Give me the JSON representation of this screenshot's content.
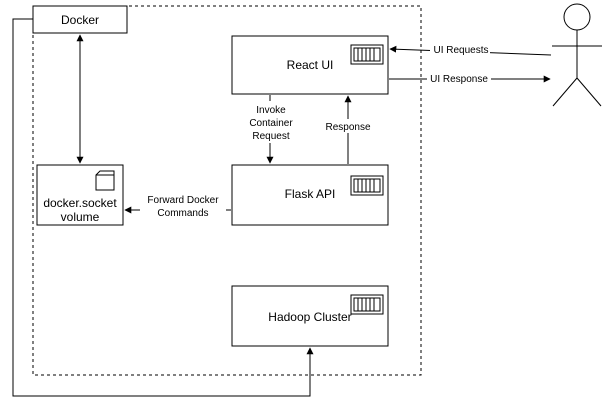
{
  "nodes": {
    "docker": "Docker",
    "react_ui": "React UI",
    "flask_api": "Flask API",
    "hadoop_cluster": "Hadoop Cluster",
    "socket_volume_line1": "docker.socket",
    "socket_volume_line2": "volume"
  },
  "edges": {
    "ui_requests": "UI Requests",
    "ui_response": "UI Response",
    "invoke_line1": "Invoke",
    "invoke_line2": "Container",
    "invoke_line3": "Request",
    "response": "Response",
    "forward_line1": "Forward Docker",
    "forward_line2": "Commands"
  },
  "icons": {
    "container": "container-icon",
    "volume": "storage-volume-icon",
    "user": "user-actor-icon"
  },
  "colors": {
    "stroke": "#000000",
    "fill": "#ffffff"
  }
}
